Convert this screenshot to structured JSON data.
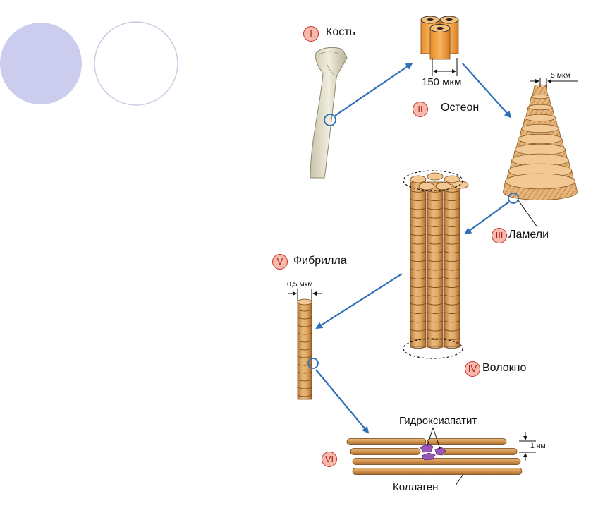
{
  "diagram": {
    "levels": [
      {
        "numeral": "I",
        "name": "Кость"
      },
      {
        "numeral": "II",
        "name": "Остеон"
      },
      {
        "numeral": "III",
        "name": "Ламели"
      },
      {
        "numeral": "IV",
        "name": "Волокно"
      },
      {
        "numeral": "V",
        "name": "Фибрилла"
      },
      {
        "numeral": "VI",
        "name": ""
      }
    ],
    "dimensions": {
      "osteon_width": "150 мкм",
      "lamella_width": "5 мкм",
      "fibril_width": "0,5 мкм",
      "collagen_gap": "1 нм"
    },
    "labels": {
      "hydroxyapatite": "Гидроксиапатит",
      "collagen": "Коллаген"
    }
  },
  "colors": {
    "deco_circle_fill": "#ccccee",
    "deco_circle_stroke": "#c9c9e6",
    "arrow": "#2e6fb8",
    "tan": "#d9a05c",
    "orange": "#f0a24c",
    "badge_fill": "#f6b9ad",
    "badge_stroke": "#c8322a",
    "mineral": "#9b57b5"
  }
}
